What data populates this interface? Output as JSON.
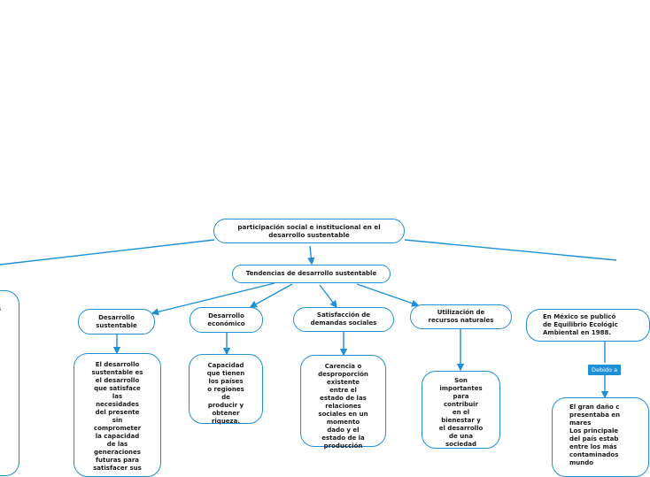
{
  "nodes": {
    "root": "participación social e institucional en el\ndesarrollo sustentable",
    "tendencias": "Tendencias de desarrollo sustentable",
    "desarrollo_sustentable": "Desarrollo\nsustentable",
    "desarrollo_economico": "Desarrollo\neconómico",
    "satisfaccion": "Satisfacción de\ndemandas sociales",
    "utilizacion": "Utilización de\nrecursos naturales",
    "def_sustentable": "El desarrollo\nsustentable es\nel desarrollo\nque satisface\nlas\nnecesidades\ndel presente\nsin\ncomprometer\nla capacidad\nde las\ngeneraciones\nfuturas para\nsatisfacer sus",
    "capacidad": "Capacidad\nque tienen\nlos países\no regiones\nde\nproducir y\nobtener\nriqueza.",
    "carencia": "Carencia o\ndesproporción\nexistente\nentre el\nestado de las\nrelaciones\nsociales en un\nmomento\ndado y el\nestado de la\nproducción",
    "importantes": "Son\nimportantes\npara\ncontribuir\nen el\nbienestar y\nel desarrollo\nde una\nsociedad",
    "mexico": "En México se publicó\nde Equilibrio Ecológic\nAmbiental en 1988.",
    "gran_dano": "El gran daño c\npresentaba en\nmares\nLos principale\ndel país estab\nentre los más\ncontaminados\nmundo",
    "left_partial": "s"
  },
  "edge_label": "Debido a",
  "colors": {
    "accent": "#1f8fd6",
    "text": "#1a1a1a",
    "background": "#ffffff"
  }
}
